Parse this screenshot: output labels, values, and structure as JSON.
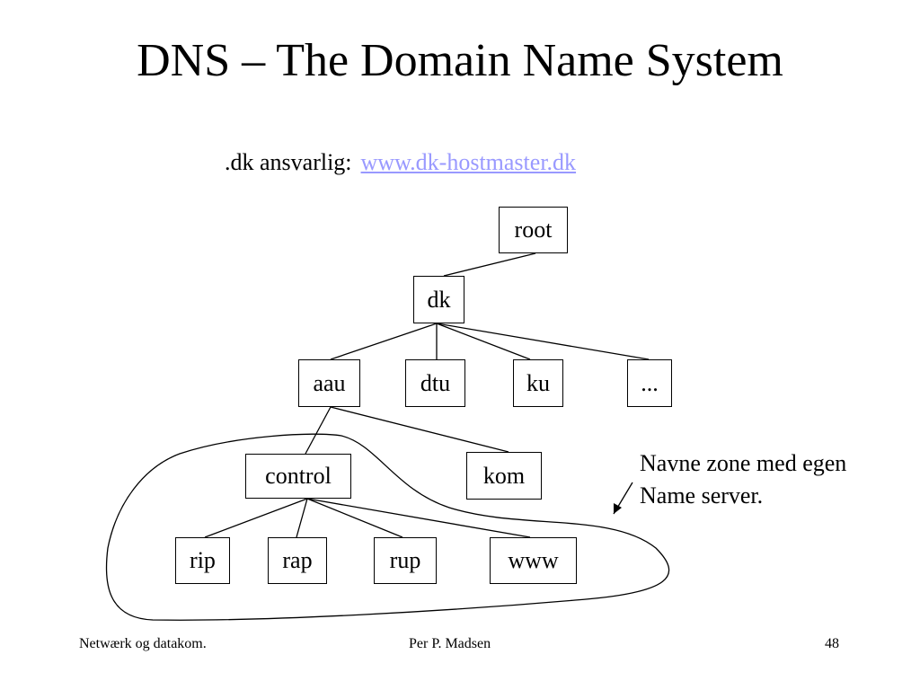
{
  "slide": {
    "title": "DNS – The Domain Name System",
    "responsible_label": ".dk ansvarlig:",
    "responsible_link": "www.dk-hostmaster.dk",
    "note_line1": "Navne zone med egen",
    "note_line2": "Name server.",
    "footer_left": "Netwærk og datakom.",
    "footer_center": "Per P. Madsen",
    "footer_right": "48"
  },
  "tree": {
    "root": "root",
    "dk": "dk",
    "aau": "aau",
    "dtu": "dtu",
    "ku": "ku",
    "etc": "...",
    "control": "control",
    "kom": "kom",
    "rip": "rip",
    "rap": "rap",
    "rup": "rup",
    "www": "www"
  },
  "colors": {
    "link": "#9999ff",
    "line": "#000000"
  }
}
